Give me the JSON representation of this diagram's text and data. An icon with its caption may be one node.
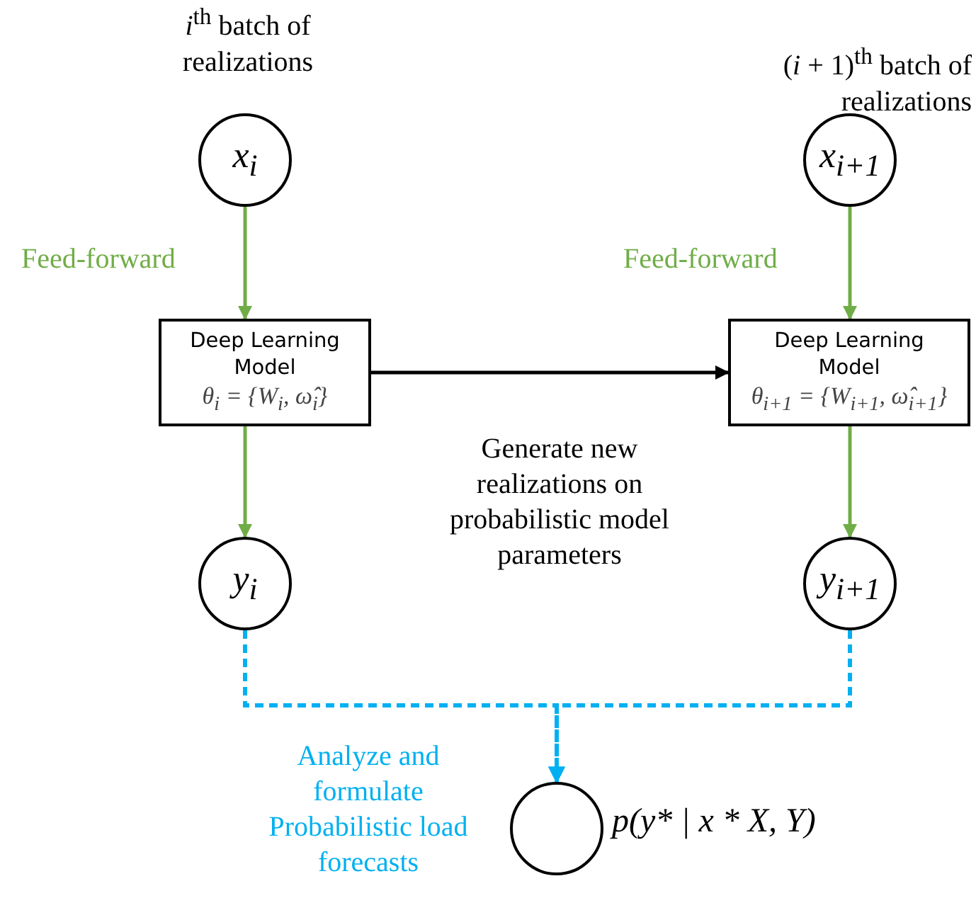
{
  "diagram": {
    "nodes": [
      {
        "text": [
          "x$_{i}$"
        ],
        "beside": [
          "*i*$^{th}$ batch of realizations"
        ]
      },
      {
        "text": [
          "Deep Learning Model",
          "θ$_{i}$ = {W$_{i}$, ω̂$_{i}$}"
        ]
      },
      {
        "text": [
          "y$_{i}$"
        ]
      },
      {
        "text": [
          "x$_{i+1}$"
        ],
        "beside": [
          "(*i* + 1)$^{th}$ batch of realizations"
        ]
      },
      {
        "text": [
          "Deep Learning Model",
          "θ$_{i+1}$ = {W$_{i+1}$, ω̂$_{i+1}$}"
        ]
      },
      {
        "text": [
          "y$_{i+1}$"
        ]
      },
      {
        "text": [],
        "shape": "circle",
        "beside": [
          "p(y* | x * X, Y)"
        ]
      }
    ],
    "edges": [
      {
        "from": 0,
        "to": 1,
        "arrow": "to",
        "label": "Feed-forward"
      },
      {
        "from": 1,
        "to": 2,
        "arrow": "to"
      },
      {
        "from": 3,
        "to": 4,
        "arrow": "to",
        "label": "Feed-forward"
      },
      {
        "from": 4,
        "to": 5,
        "arrow": "to"
      },
      {
        "from": 1,
        "to": 4,
        "arrow": "to",
        "label": "Generate new realizations on probabilistic model parameters",
        "color": "#000000"
      },
      {
        "from": 2,
        "to": 6,
        "arrow": "to",
        "style": "dashed",
        "color": "#00b0f0"
      },
      {
        "from": 5,
        "to": 6,
        "arrow": "to",
        "style": "dashed",
        "color": "#00b0f0"
      }
    ],
    "labels": [
      "Analyze and formulate Probabilistic load forecasts"
    ]
  }
}
